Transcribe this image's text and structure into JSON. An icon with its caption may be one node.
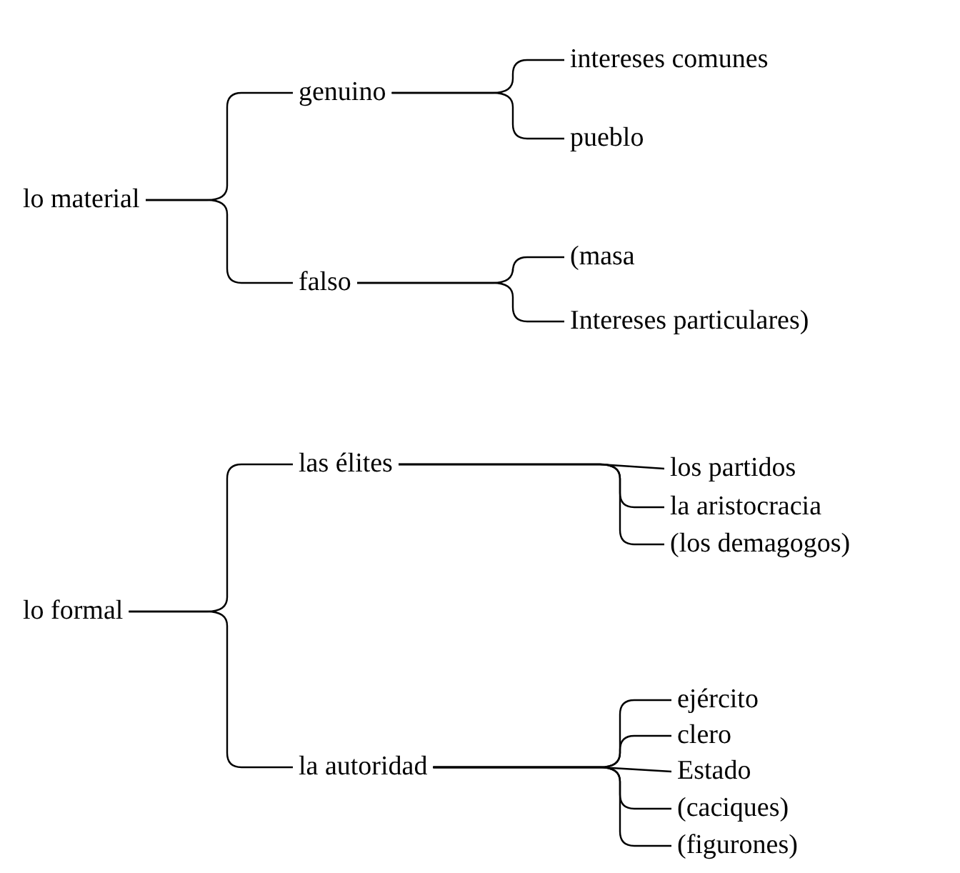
{
  "diagram": {
    "nodes": [
      {
        "text": [
          "lo material"
        ]
      },
      {
        "text": [
          "genuino"
        ]
      },
      {
        "text": [
          "intereses comunes"
        ]
      },
      {
        "text": [
          "pueblo"
        ]
      },
      {
        "text": [
          "falso"
        ]
      },
      {
        "text": [
          "(masa"
        ]
      },
      {
        "text": [
          "Intereses particulares)"
        ]
      },
      {
        "text": [
          "lo formal"
        ]
      },
      {
        "text": [
          "las élites"
        ]
      },
      {
        "text": [
          "los partidos"
        ]
      },
      {
        "text": [
          "la aristocracia"
        ]
      },
      {
        "text": [
          "(los demagogos)"
        ]
      },
      {
        "text": [
          "la autoridad"
        ]
      },
      {
        "text": [
          "ejército"
        ]
      },
      {
        "text": [
          "clero"
        ]
      },
      {
        "text": [
          "Estado"
        ]
      },
      {
        "text": [
          "(caciques)"
        ]
      },
      {
        "text": [
          "(figurones)"
        ]
      }
    ],
    "edges": [
      {
        "from": 0,
        "to": 1,
        "arrow": "none"
      },
      {
        "from": 0,
        "to": 4,
        "arrow": "none"
      },
      {
        "from": 1,
        "to": 2,
        "arrow": "none"
      },
      {
        "from": 1,
        "to": 3,
        "arrow": "none"
      },
      {
        "from": 4,
        "to": 5,
        "arrow": "none"
      },
      {
        "from": 4,
        "to": 6,
        "arrow": "none"
      },
      {
        "from": 7,
        "to": 8,
        "arrow": "none"
      },
      {
        "from": 7,
        "to": 12,
        "arrow": "none"
      },
      {
        "from": 8,
        "to": 9,
        "arrow": "none"
      },
      {
        "from": 8,
        "to": 10,
        "arrow": "none"
      },
      {
        "from": 8,
        "to": 11,
        "arrow": "none"
      },
      {
        "from": 12,
        "to": 13,
        "arrow": "none"
      },
      {
        "from": 12,
        "to": 14,
        "arrow": "none"
      },
      {
        "from": 12,
        "to": 15,
        "arrow": "none"
      },
      {
        "from": 12,
        "to": 16,
        "arrow": "none"
      },
      {
        "from": 12,
        "to": 17,
        "arrow": "none"
      }
    ]
  }
}
